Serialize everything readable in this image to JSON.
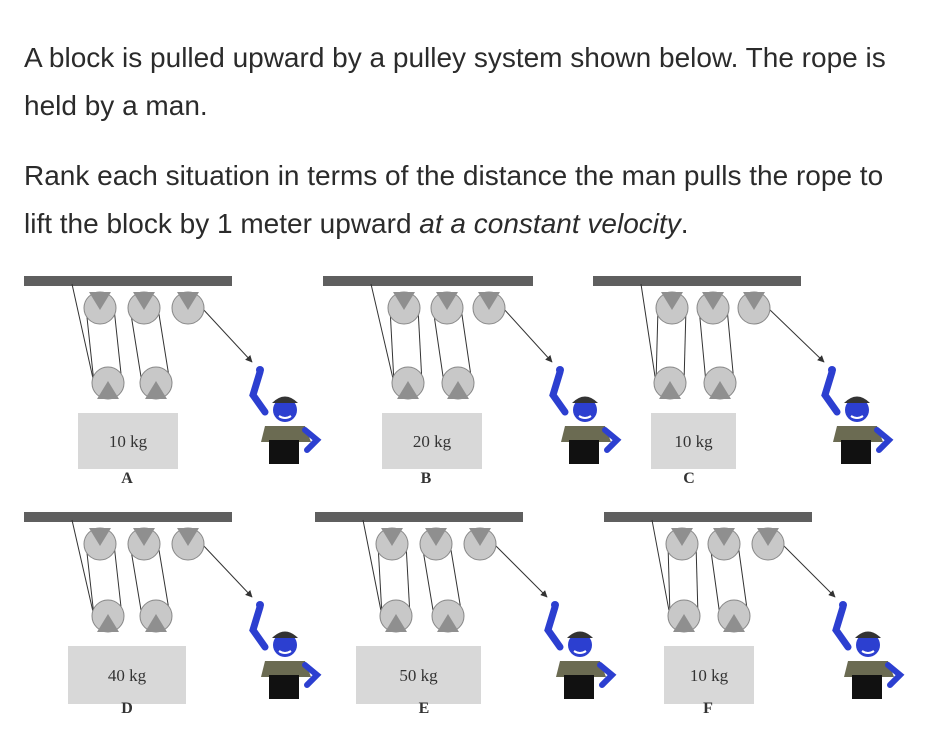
{
  "question": {
    "line1": "A block is pulled upward by a pulley system shown below.  The rope is held by a man.",
    "line2_start": "Rank each situation in terms of the distance the man pulls the rope to lift the block by 1 meter  upward ",
    "line2_emph": "at a constant velocity",
    "line2_end": "."
  },
  "panels": [
    {
      "letter": "A",
      "mass": "10 kg"
    },
    {
      "letter": "B",
      "mass": "20 kg"
    },
    {
      "letter": "C",
      "mass": "10 kg"
    },
    {
      "letter": "D",
      "mass": "40 kg"
    },
    {
      "letter": "E",
      "mass": "50 kg"
    },
    {
      "letter": "F",
      "mass": "10 kg"
    }
  ],
  "colors": {
    "ceiling": "#5f5f5f",
    "pulley": "#c8c8c8",
    "block": "#d8d8d8",
    "man_skin": "#2c3fd0",
    "man_shirt": "#6b6b52",
    "man_pants": "#111111"
  }
}
